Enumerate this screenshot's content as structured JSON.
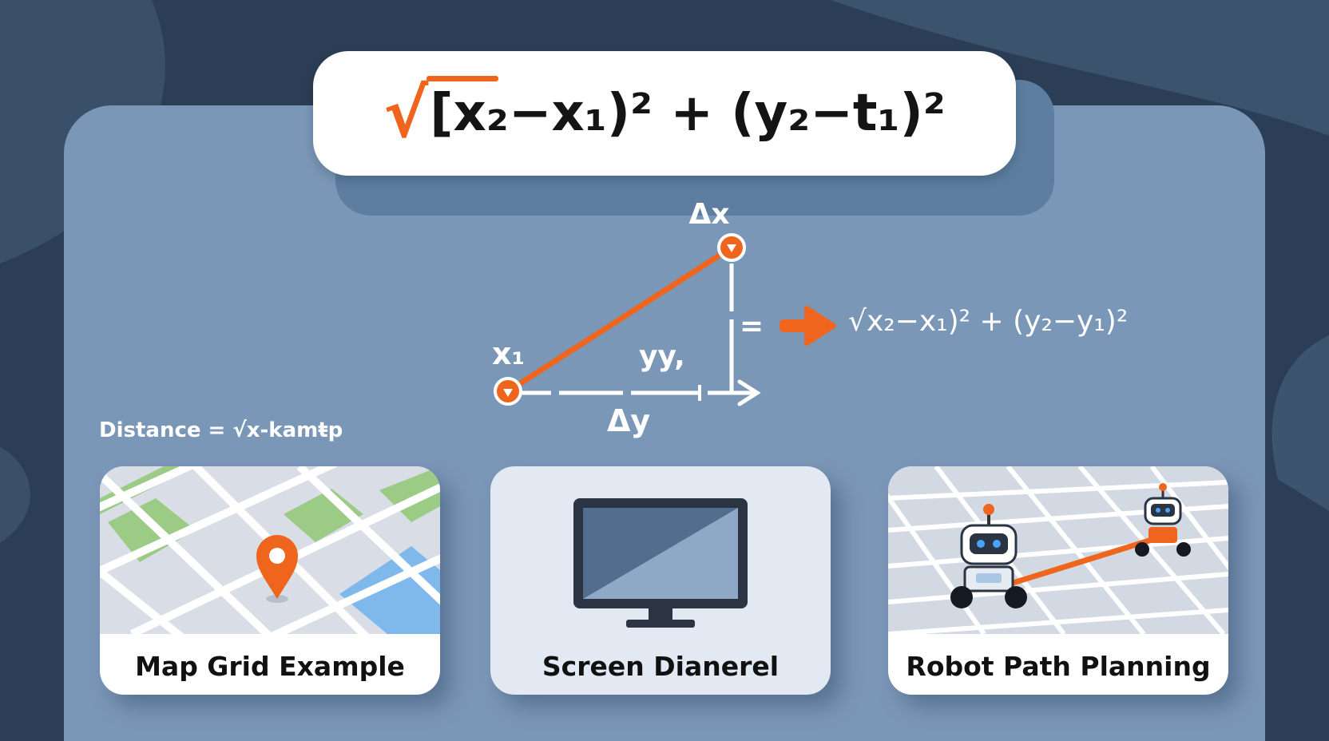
{
  "formula": {
    "radical": "√",
    "body": "[x₂−x₁)² + (y₂−t₁)²"
  },
  "diagram": {
    "delta_x": "Δx",
    "delta_y": "Δy",
    "x1": "x₁",
    "yy": "yy,",
    "equals": "=",
    "result": "√x₂−x₁)² + (y₂−y₁)²"
  },
  "side_label": "Distance = √x-kamŧp",
  "cards": [
    {
      "label": "Map Grid Example"
    },
    {
      "label": "Screen Dianerel"
    },
    {
      "label": "Robot Path Planning"
    }
  ],
  "colors": {
    "accent": "#f0651e",
    "panel": "#7b97b8",
    "background": "#2c3e55"
  }
}
